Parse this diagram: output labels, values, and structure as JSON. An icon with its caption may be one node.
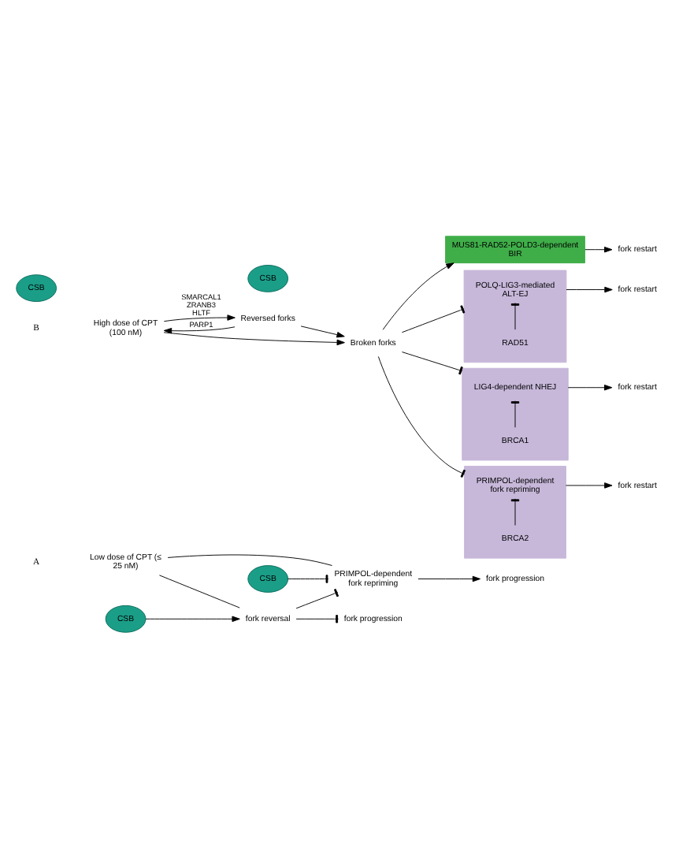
{
  "diagram": {
    "nodes": [
      {
        "text": [
          "Low dose of CPT (≤ 25 nM)"
        ]
      },
      {
        "text": [
          "CSB"
        ]
      },
      {
        "text": [
          "PRIMPOL-dependent fork repriming"
        ]
      },
      {
        "text": [
          "fork progression"
        ]
      },
      {
        "text": [
          "fork reversal"
        ]
      },
      {
        "text": [
          "fork progression"
        ]
      },
      {
        "text": [
          "CSB"
        ]
      },
      {
        "text": [
          "High dose of CPT (100 nM)"
        ]
      },
      {
        "text": [
          "CSB"
        ]
      },
      {
        "text": [
          "Reversed forks"
        ]
      },
      {
        "text": [
          "Broken forks"
        ]
      },
      {
        "text": [
          "CSB"
        ]
      },
      {
        "text": [
          "MUS81-RAD52-POLD3-dependent BIR"
        ]
      },
      {
        "text": [
          "fork restart"
        ]
      },
      {
        "text": [],
        "shape": "box"
      },
      {
        "text": [
          "POLQ-LIG3-mediated ALT-EJ"
        ],
        "in": 14
      },
      {
        "text": [
          "RAD51"
        ],
        "in": 14
      },
      {
        "text": [
          "fork restart"
        ]
      },
      {
        "text": [],
        "shape": "box"
      },
      {
        "text": [
          "LIG4-dependent NHEJ"
        ],
        "in": 18
      },
      {
        "text": [
          "BRCA1"
        ],
        "in": 18
      },
      {
        "text": [
          "fork restart"
        ]
      },
      {
        "text": [],
        "shape": "box"
      },
      {
        "text": [
          "PRIMPOL-dependent fork repriming"
        ],
        "in": 22
      },
      {
        "text": [
          "BRCA2"
        ],
        "in": 22
      },
      {
        "text": [
          "fork restart"
        ]
      }
    ],
    "edges": [
      {
        "from": 0,
        "to": 2,
        "arrow": "none"
      },
      {
        "from": 0,
        "to": 4,
        "arrow": "none"
      },
      {
        "from": 1,
        "to": 2,
        "arrow": "other"
      },
      {
        "from": 2,
        "to": 3,
        "arrow": "to"
      },
      {
        "from": 4,
        "to": 2,
        "arrow": "other"
      },
      {
        "from": 4,
        "to": 5,
        "arrow": "other"
      },
      {
        "from": 6,
        "to": 4,
        "arrow": "to"
      },
      {
        "from": 7,
        "to": 9,
        "arrow": "to",
        "label": "SMARCAL1 ZRANB3 HLTF"
      },
      {
        "from": 9,
        "to": 7,
        "arrow": "to",
        "label": "PARP1"
      },
      {
        "from": 7,
        "to": 10,
        "arrow": "to"
      },
      {
        "from": 9,
        "to": 10,
        "arrow": "to"
      },
      {
        "from": 10,
        "to": 12,
        "arrow": "to"
      },
      {
        "from": 10,
        "to": 14,
        "arrow": "other"
      },
      {
        "from": 10,
        "to": 18,
        "arrow": "other"
      },
      {
        "from": 10,
        "to": 22,
        "arrow": "other"
      },
      {
        "from": 12,
        "to": 13,
        "arrow": "to"
      },
      {
        "from": 14,
        "to": 17,
        "arrow": "to"
      },
      {
        "from": 18,
        "to": 21,
        "arrow": "to"
      },
      {
        "from": 22,
        "to": 25,
        "arrow": "to"
      },
      {
        "from": 16,
        "to": 15,
        "arrow": "other"
      },
      {
        "from": 20,
        "to": 19,
        "arrow": "other"
      },
      {
        "from": 24,
        "to": 23,
        "arrow": "other"
      }
    ],
    "labels": [
      "A",
      "B"
    ]
  }
}
